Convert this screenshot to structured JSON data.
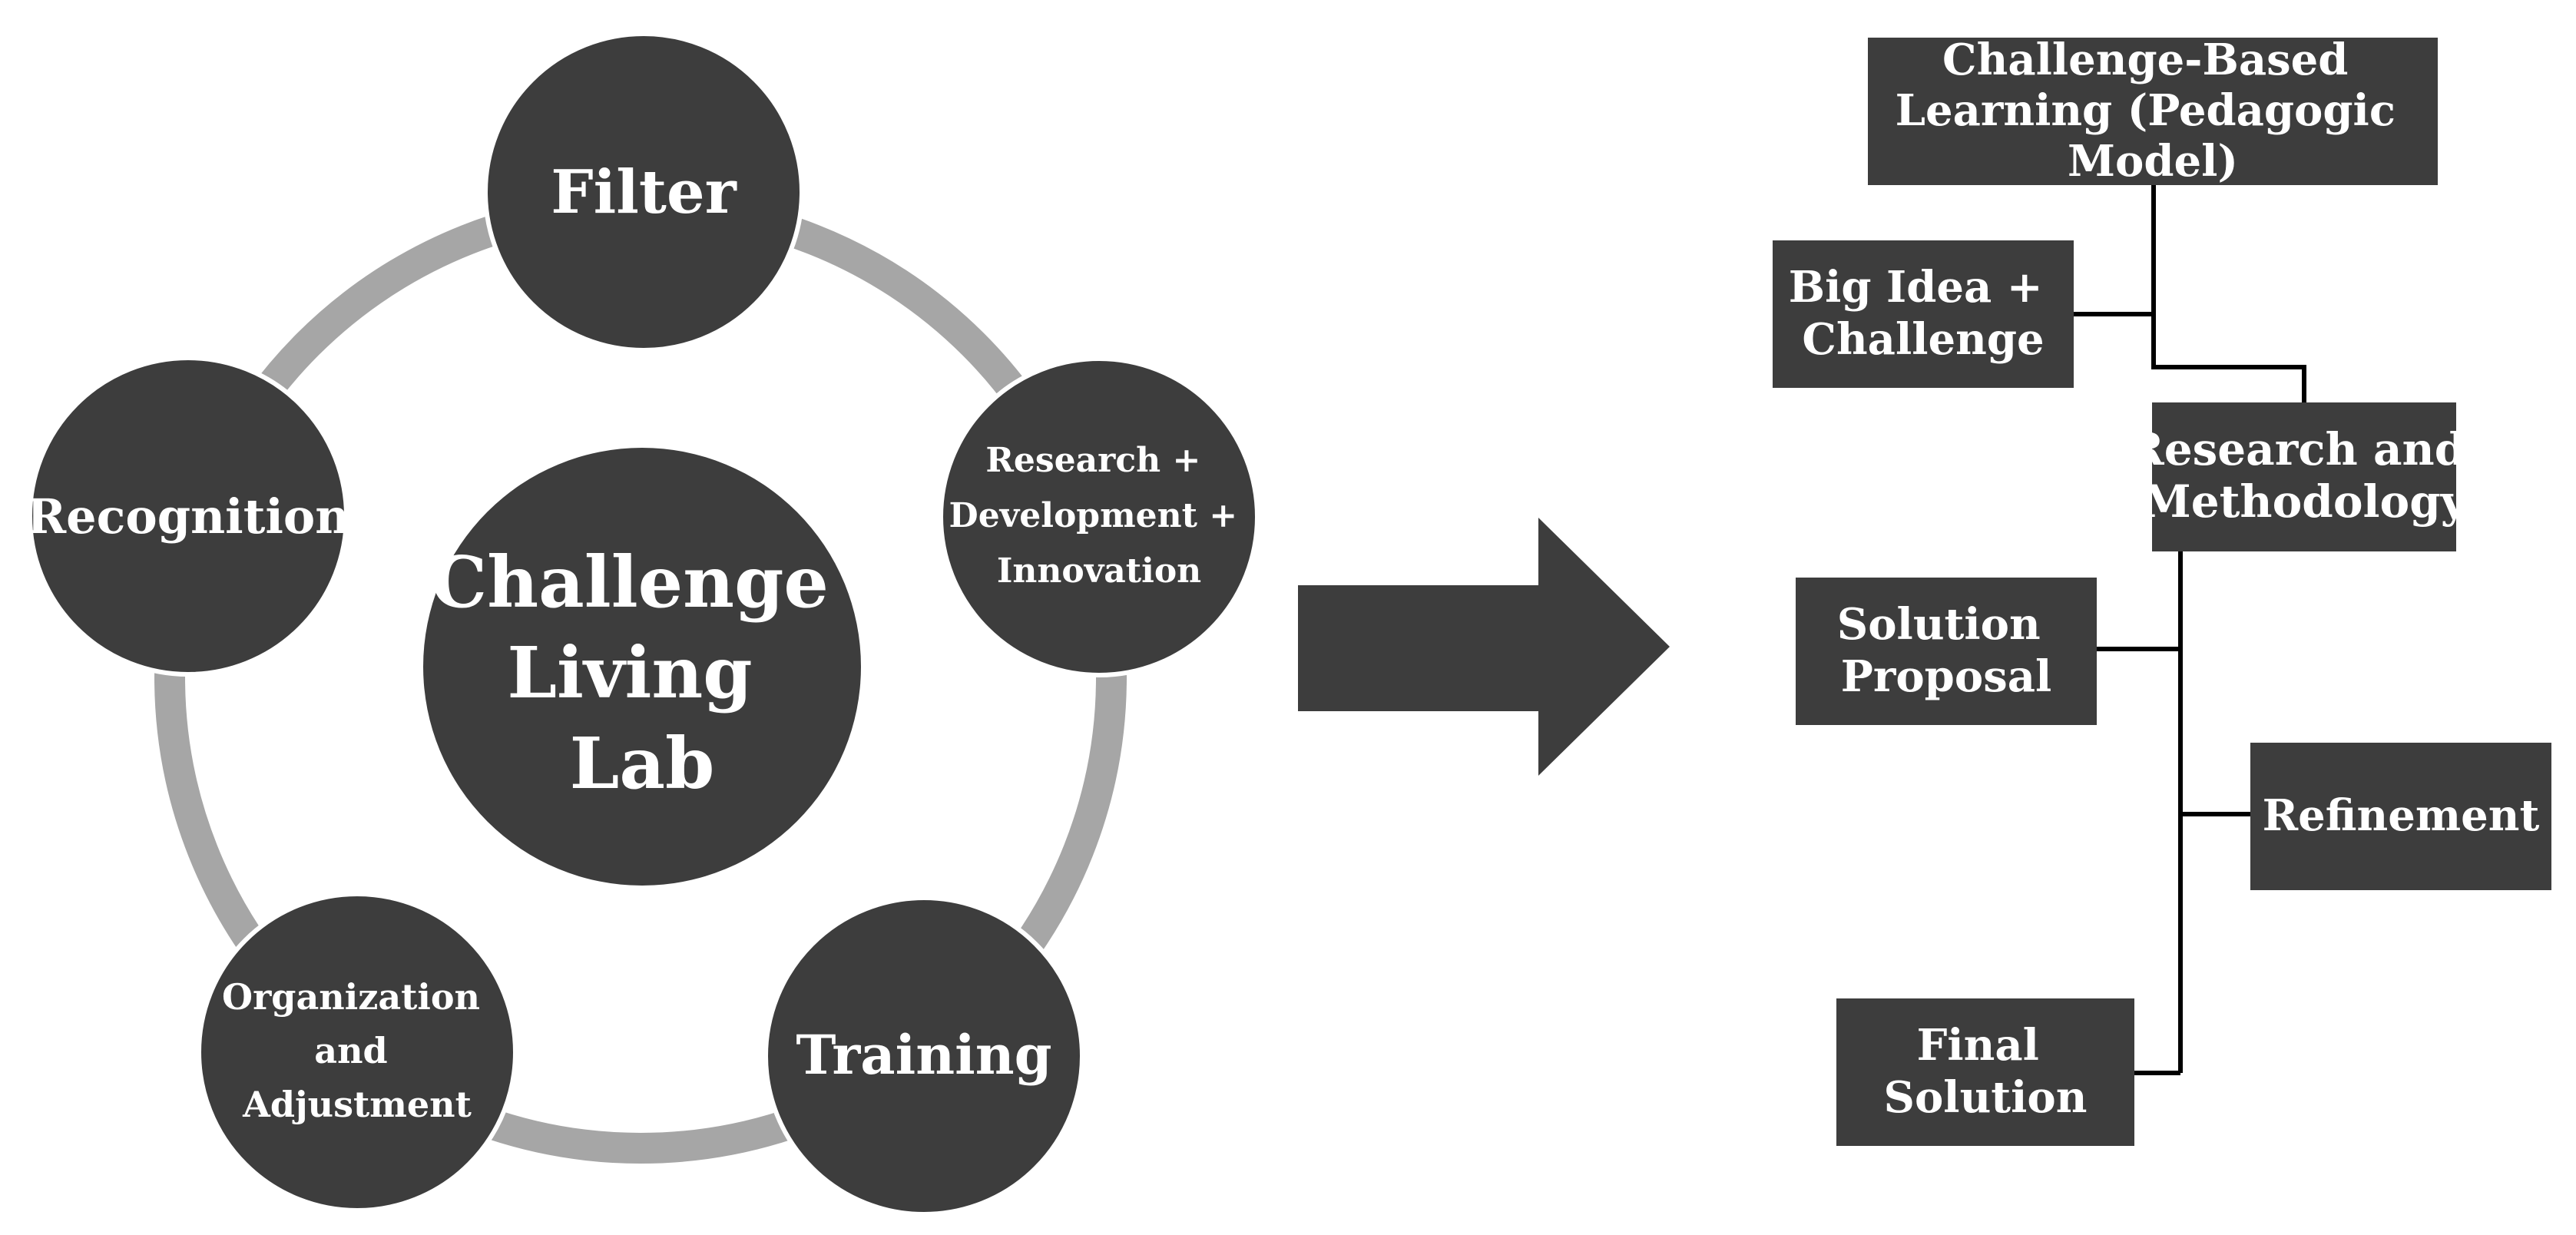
{
  "cycle": {
    "center": [
      "Challenge",
      "Living",
      "Lab"
    ],
    "nodes": {
      "filter": [
        "Filter"
      ],
      "rdi": [
        "Research +",
        "Development +",
        "Innovation"
      ],
      "training": [
        "Training"
      ],
      "organization": [
        "Organization",
        "and",
        "Adjustment"
      ],
      "recognition": [
        "Recognition"
      ]
    }
  },
  "flow": {
    "cbl": [
      "Challenge-Based",
      "Learning (Pedagogic",
      "Model)"
    ],
    "big_idea": [
      "Big Idea +",
      "Challenge"
    ],
    "research": [
      "Research and",
      "Methodology"
    ],
    "solution": [
      "Solution",
      "Proposal"
    ],
    "refinement": [
      "Refinement"
    ],
    "final": [
      "Final",
      "Solution"
    ]
  },
  "colors": {
    "node_fill": "#3d3d3d",
    "ring": "#a6a6a6",
    "node_border": "#ffffff",
    "text": "#ffffff",
    "connector": "#000000"
  }
}
